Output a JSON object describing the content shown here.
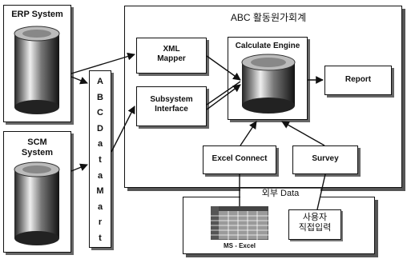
{
  "left": {
    "erp_label": "ERP System",
    "scm_label": "SCM\nSystem",
    "data_mart_label": "ABC Data Mart",
    "data_mart_chars": [
      "A",
      "B",
      "C",
      "D",
      "a",
      "t",
      "a",
      "M",
      "a",
      "r",
      "t"
    ]
  },
  "main": {
    "title": "ABC 활동원가회계",
    "xml_mapper": "XML\nMapper",
    "subsystem": "Subsystem\nInterface",
    "engine": "Calculate Engine",
    "report": "Report",
    "excel_connect": "Excel Connect",
    "survey": "Survey"
  },
  "external": {
    "title": "외부 Data",
    "ms_excel": "MS - Excel",
    "user_input": "사용자\n직접입력"
  },
  "icons": [
    "database-cylinder-icon",
    "spreadsheet-icon",
    "arrow-icon"
  ]
}
